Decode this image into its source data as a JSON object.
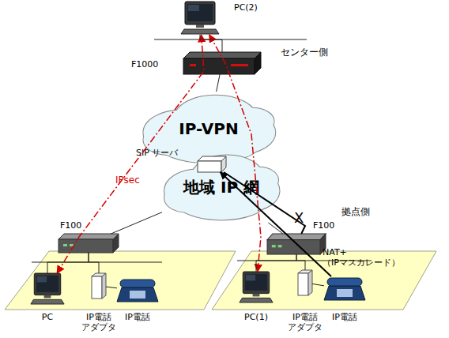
{
  "diagram": {
    "nodes": [
      {
        "text": [
          "PC(2)"
        ]
      },
      {
        "text": [
          "F1000"
        ]
      },
      {
        "text": [
          "IP-VPN"
        ]
      },
      {
        "text": [
          "SIP サーバ"
        ]
      },
      {
        "text": [
          "地域 IP 網"
        ]
      },
      {
        "text": [
          "F100"
        ]
      },
      {
        "text": [
          "F100"
        ]
      },
      {
        "text": [
          "PC"
        ]
      },
      {
        "text": [
          "IP電話 アダプタ"
        ]
      },
      {
        "text": [
          "IP電話"
        ]
      },
      {
        "text": [
          "PC(1)"
        ]
      },
      {
        "text": [
          "IP電話 アダプタ"
        ]
      },
      {
        "text": [
          "IP電話"
        ]
      }
    ],
    "edges": [
      {
        "from": 7,
        "to": 0,
        "arrow": "both",
        "label": "IPsec"
      },
      {
        "from": 0,
        "to": 10,
        "arrow": "both"
      },
      {
        "from": 12,
        "to": 3,
        "arrow": "to"
      },
      {
        "from": 3,
        "to": 6,
        "arrow": "none",
        "label": "X"
      },
      {
        "from": 0,
        "to": 1,
        "arrow": "none"
      },
      {
        "from": 1,
        "to": 2,
        "arrow": "none"
      },
      {
        "from": 5,
        "to": 4,
        "arrow": "none"
      },
      {
        "from": 6,
        "to": 4,
        "arrow": "none"
      },
      {
        "from": 5,
        "to": 7,
        "arrow": "none"
      },
      {
        "from": 5,
        "to": 8,
        "arrow": "none"
      },
      {
        "from": 8,
        "to": 9,
        "arrow": "none"
      },
      {
        "from": 6,
        "to": 10,
        "arrow": "none"
      },
      {
        "from": 6,
        "to": 11,
        "arrow": "none"
      },
      {
        "from": 11,
        "to": 12,
        "arrow": "none"
      }
    ],
    "labels": [
      "センター側",
      "拠点側",
      "NAT+ （IPマスカレード）"
    ]
  }
}
